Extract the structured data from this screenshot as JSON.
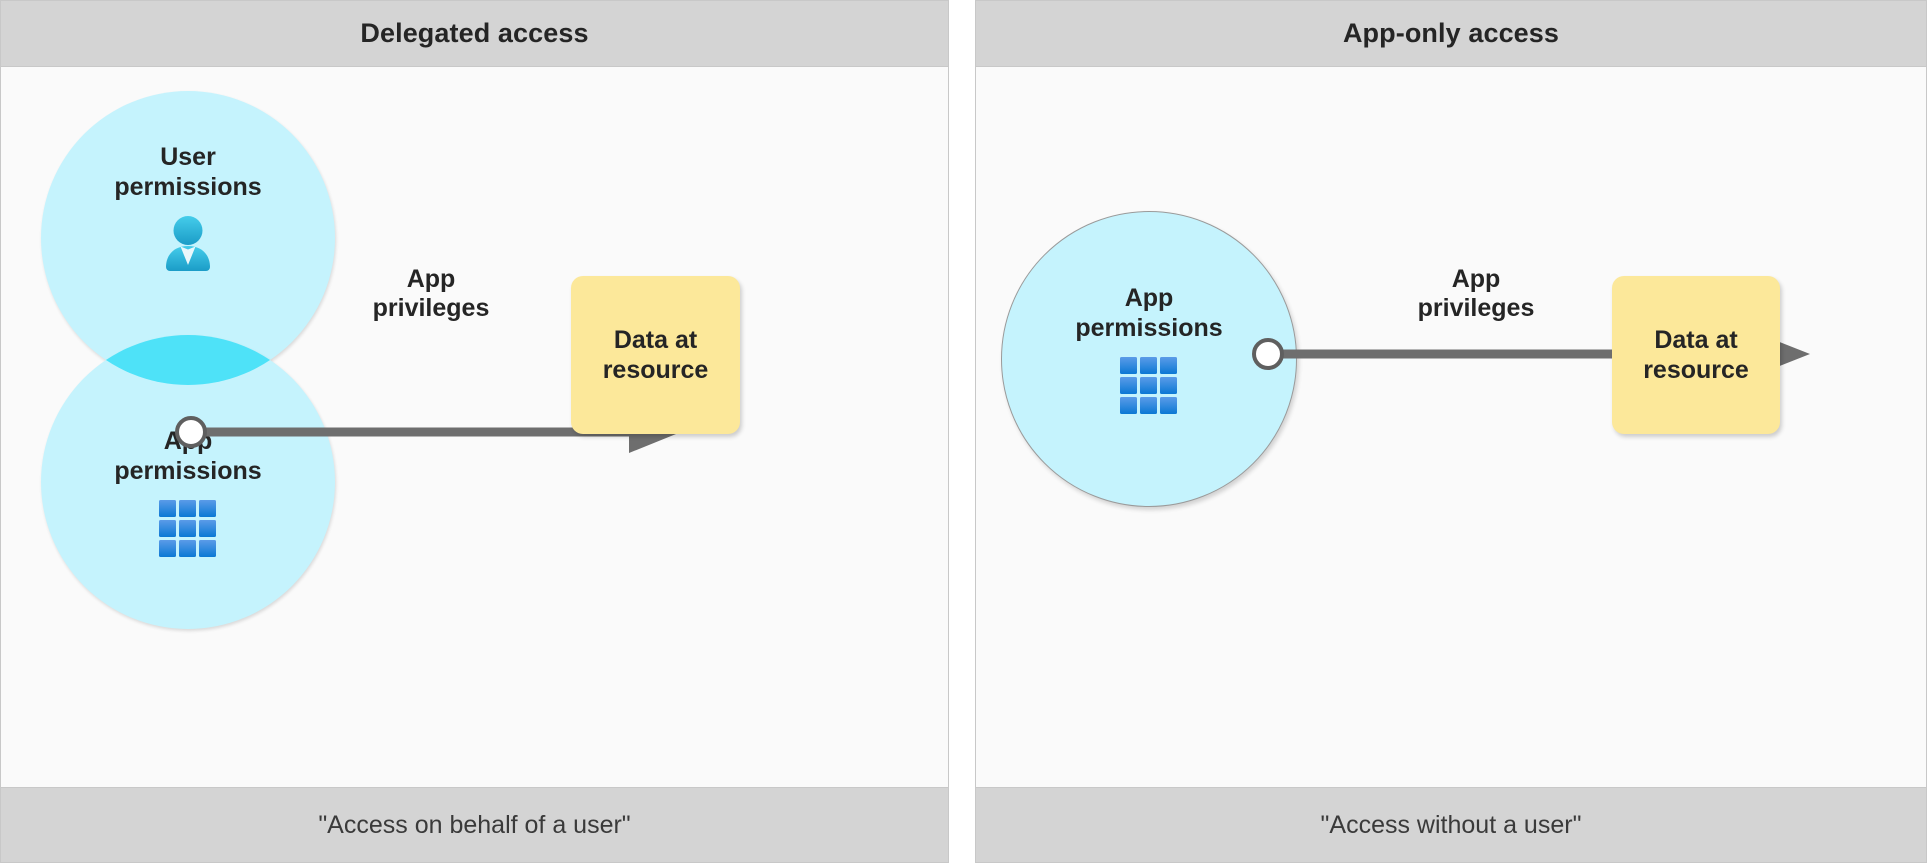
{
  "diagram": {
    "title": "Delegated access vs App-only access",
    "colors": {
      "panel_header_bg": "#d4d4d4",
      "panel_body_bg": "#fafafa",
      "panel_border": "#c8c8c8",
      "circle_fill": "#c5f3fd",
      "lens_fill": "#4ee2f8",
      "resource_fill": "#fce89a",
      "arrow": "#6e6e6e",
      "text": "#252525",
      "user_icon_from": "#3ec8e8",
      "user_icon_to": "#1b9fc9",
      "grid_icon_from": "#5b9be8",
      "grid_icon_to": "#0b78d4"
    }
  },
  "panels": [
    {
      "id": "delegated",
      "header": "Delegated access",
      "caption": "\"Access on behalf of a user\"",
      "circles": [
        {
          "id": "user-permissions",
          "label": "User\npermissions",
          "icon": "user-icon"
        },
        {
          "id": "app-permissions",
          "label": "App\npermissions",
          "icon": "app-grid-icon"
        }
      ],
      "connector_label": "App\nprivileges",
      "resource": "Data at\nresource"
    },
    {
      "id": "app-only",
      "header": "App-only access",
      "caption": "\"Access without a user\"",
      "circles": [
        {
          "id": "app-permissions",
          "label": "App\npermissions",
          "icon": "app-grid-icon"
        }
      ],
      "connector_label": "App\nprivileges",
      "resource": "Data at\nresource"
    }
  ]
}
